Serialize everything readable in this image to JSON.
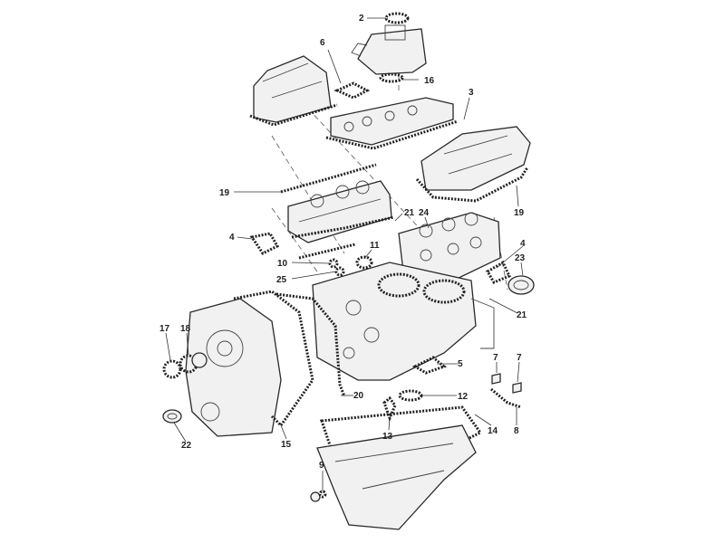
{
  "callouts": [
    {
      "id": "c2",
      "label": "2"
    },
    {
      "id": "c6",
      "label": "6"
    },
    {
      "id": "c16",
      "label": "16"
    },
    {
      "id": "c3",
      "label": "3"
    },
    {
      "id": "c19a",
      "label": "19"
    },
    {
      "id": "c19b",
      "label": "19"
    },
    {
      "id": "c21a",
      "label": "21"
    },
    {
      "id": "c24",
      "label": "24"
    },
    {
      "id": "c4a",
      "label": "4"
    },
    {
      "id": "c11",
      "label": "11"
    },
    {
      "id": "c4b",
      "label": "4"
    },
    {
      "id": "c10",
      "label": "10"
    },
    {
      "id": "c23",
      "label": "23"
    },
    {
      "id": "c25",
      "label": "25"
    },
    {
      "id": "c21b",
      "label": "21"
    },
    {
      "id": "c17",
      "label": "17"
    },
    {
      "id": "c18",
      "label": "18"
    },
    {
      "id": "c5",
      "label": "5"
    },
    {
      "id": "c7a",
      "label": "7"
    },
    {
      "id": "c7b",
      "label": "7"
    },
    {
      "id": "c20",
      "label": "20"
    },
    {
      "id": "c12",
      "label": "12"
    },
    {
      "id": "c22",
      "label": "22"
    },
    {
      "id": "c15",
      "label": "15"
    },
    {
      "id": "c13",
      "label": "13"
    },
    {
      "id": "c14",
      "label": "14"
    },
    {
      "id": "c8",
      "label": "8"
    },
    {
      "id": "c9",
      "label": "9"
    }
  ]
}
